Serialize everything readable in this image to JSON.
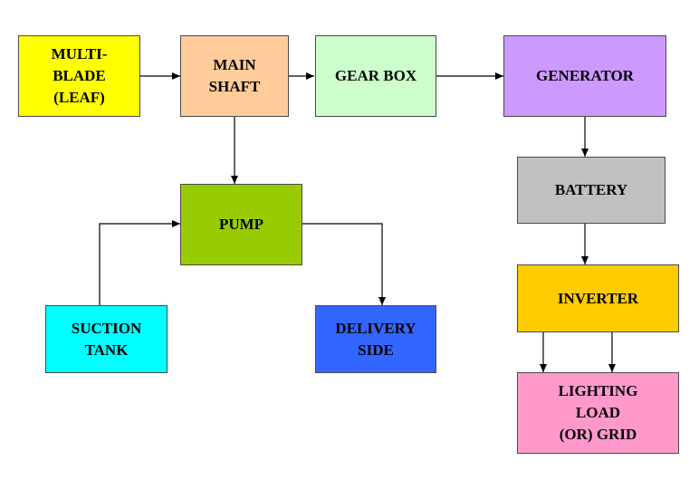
{
  "nodes": {
    "multiblade": {
      "label": "MULTI-\nBLADE\n(LEAF)",
      "color": "#ffff00"
    },
    "mainshaft": {
      "label": "MAIN\nSHAFT",
      "color": "#ffcc99"
    },
    "gearbox": {
      "label": "GEAR BOX",
      "color": "#ccffcc"
    },
    "generator": {
      "label": "GENERATOR",
      "color": "#cc99ff"
    },
    "battery": {
      "label": "BATTERY",
      "color": "#c0c0c0"
    },
    "inverter": {
      "label": "INVERTER",
      "color": "#ffcc00"
    },
    "lighting": {
      "label": "LIGHTING\nLOAD\n(OR) GRID",
      "color": "#ff99cc"
    },
    "pump": {
      "label": "PUMP",
      "color": "#99cc00"
    },
    "suction": {
      "label": "SUCTION\nTANK",
      "color": "#00ffff"
    },
    "delivery": {
      "label": "DELIVERY\nSIDE",
      "color": "#3366ff"
    }
  }
}
